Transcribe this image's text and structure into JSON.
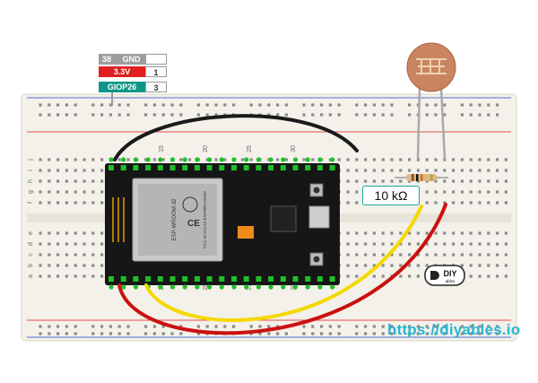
{
  "pin_labels": [
    {
      "pin": "38",
      "name": "GND",
      "color": "#9e9e9e"
    },
    {
      "pin": "1",
      "name": "3.3V",
      "color": "#e02020"
    },
    {
      "pin": "3",
      "name": "GIOP26",
      "color": "#0f9688"
    }
  ],
  "breadboard": {
    "row_letters_top": [
      "j",
      "i",
      "h",
      "g",
      "f"
    ],
    "row_letters_bottom": [
      "e",
      "d",
      "c",
      "b",
      "a"
    ],
    "column_numbers": [
      "15",
      "20",
      "25",
      "30"
    ]
  },
  "esp32": {
    "module_name": "ESP-WROOM-32",
    "ce_mark": "CE",
    "fcc_id": "FCC ID:2AC7Z-ESPWROOM32"
  },
  "resistor": {
    "label": "10 kΩ"
  },
  "logo": {
    "text": "DIY",
    "subtext": "ables"
  },
  "watermark": "https://diyables.io",
  "colors": {
    "wire_black": "#1a1a1a",
    "wire_red": "#cc1010",
    "wire_yellow": "#f5d800",
    "pin_green": "#1fbf2a",
    "board_black": "#161616",
    "breadboard": "#f3f1e9"
  }
}
